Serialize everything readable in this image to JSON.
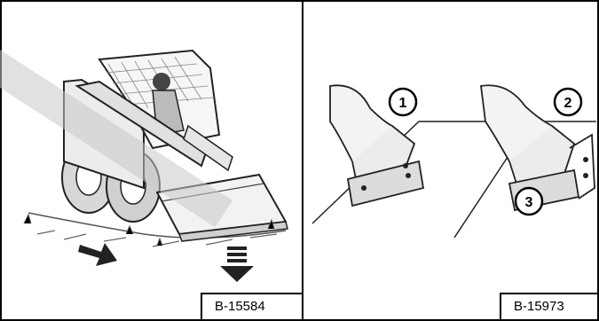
{
  "figures": [
    {
      "caption": "B-15584",
      "illustration": "skid-steer-loader-icon",
      "arrows": [
        "backward-arrow-icon",
        "down-arrow-icon"
      ]
    },
    {
      "caption": "B-15973",
      "illustration": "foot-pedal-icon",
      "callouts": [
        "1",
        "2",
        "3"
      ]
    }
  ]
}
